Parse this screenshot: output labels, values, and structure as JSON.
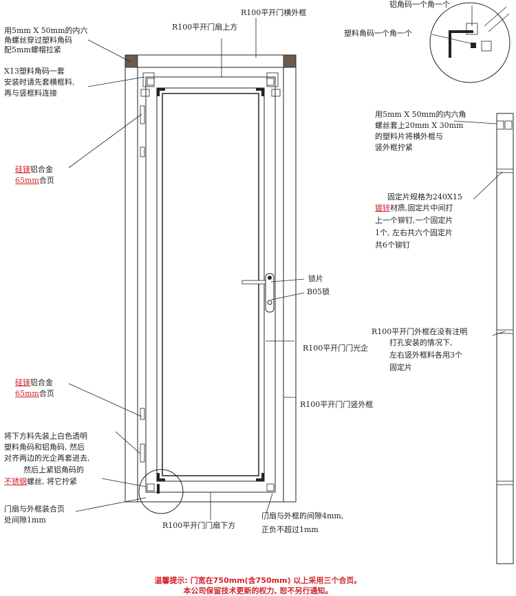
{
  "labels": {
    "screw_top_l1": "用5mm X 50mm的内六",
    "screw_top_l2": "角螺丝穿过塑料角码",
    "screw_top_l3": "配5mm螺帽拉紧",
    "top_sash": "R100平开门扇上方",
    "top_frame": "R100平开门横外框",
    "x13_l1": "X13塑料角码一套",
    "x13_l2": "安装时请先套横框料,",
    "x13_l3": "再与竖框料连接",
    "alu_corner_detail": "铝角码一个角一个",
    "plastic_corner_detail": "塑料角码一个角一个",
    "hinge1_red": "硅镁",
    "hinge1_rest": "铝合金",
    "hinge1_size": "65mm",
    "hinge1_word": "合页",
    "hinge2_red": "硅镁",
    "hinge2_rest": "铝合金",
    "hinge2_size": "65mm",
    "hinge2_word": "合页",
    "right_screw_l1": "用5mm X 50mm的内六角",
    "right_screw_l2": "螺丝套上20mm X 30mm",
    "right_screw_l3": "的塑料片将横外框与",
    "right_screw_l4": "竖外框拧紧",
    "fix_l1": "固定片规格为240X15",
    "fix_l2_red": "镀锌",
    "fix_l2_rest": "材质,固定片中间打",
    "fix_l3": "上一个铆钉,一个固定片",
    "fix_l4": "1个, 左右共六个固定片",
    "fix_l5": "共6个铆钉",
    "lock_plate": "锁片",
    "lock": "B05锁",
    "glass_bead": "R100平开门门光企",
    "frame_note_l1": "R100平开门外框在没有注明",
    "frame_note_l2": "打孔安装的情况下,",
    "frame_note_l3": "左右竖外框料各用3个",
    "frame_note_l4": "固定片",
    "vertical_frame": "R100平开门门竖外框",
    "bottom_l1": "将下方料先装上白色透明",
    "bottom_l2": "塑料角码和铝角码, 然后",
    "bottom_l3": "对齐两边的光企再套进去,",
    "bottom_l4": "然后上紧铝角码的",
    "bottom_l5_red": "不锈钢",
    "bottom_l5_rest": "螺丝, 将它拧紧",
    "hinge_gap_l1": "门扇与外框装合页",
    "hinge_gap_l2": "处间隙1mm",
    "bottom_sash": "R100平开门门扇下方",
    "gap_l1": "门扇与外框的间隙4mm,",
    "gap_l2": "正负不超过1mm"
  },
  "footer": {
    "line1": "温馨提示: 门宽在750mm(含750mm) 以上采用三个合页。",
    "line2": "本公司保留技术更新的权力, 恕不另行通知。"
  },
  "colors": {
    "line": "#222222",
    "accent_red": "#d2232a",
    "frame_fill": "#6b5a4e"
  }
}
